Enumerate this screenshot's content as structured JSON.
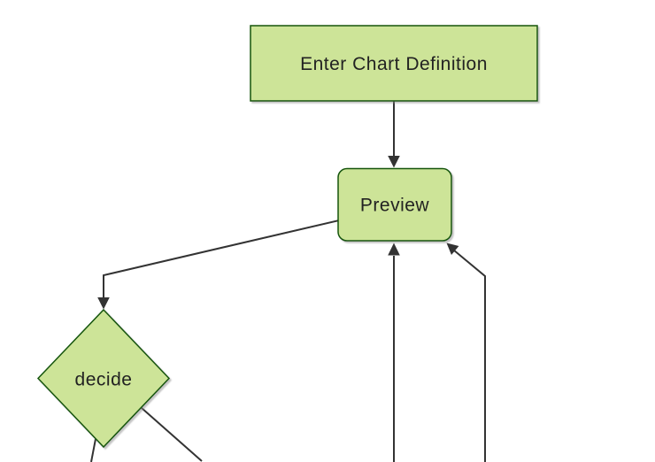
{
  "diagram": {
    "type": "flowchart",
    "direction": "top-down",
    "nodes": [
      {
        "id": "enter-chart-definition",
        "label": "Enter Chart Definition",
        "shape": "rectangle"
      },
      {
        "id": "preview",
        "label": "Preview",
        "shape": "rounded-rectangle"
      },
      {
        "id": "decide",
        "label": "decide",
        "shape": "diamond"
      }
    ],
    "edges": [
      {
        "from": "enter-chart-definition",
        "to": "preview",
        "arrowhead": true
      },
      {
        "from": "preview",
        "to": "decide",
        "arrowhead": true
      },
      {
        "from": "offscreen-bottom",
        "to": "preview",
        "arrowhead": true
      },
      {
        "from": "offscreen-bottom-right",
        "to": "preview",
        "arrowhead": true
      },
      {
        "from": "decide",
        "to": "offscreen-bottom-left",
        "arrowhead": false
      },
      {
        "from": "decide",
        "to": "offscreen-bottom-right",
        "arrowhead": false
      }
    ],
    "colors": {
      "node_fill": "#cde498",
      "node_border": "#13540c",
      "edge_line": "#333333",
      "label_text": "#222222",
      "background": "#ffffff"
    }
  }
}
